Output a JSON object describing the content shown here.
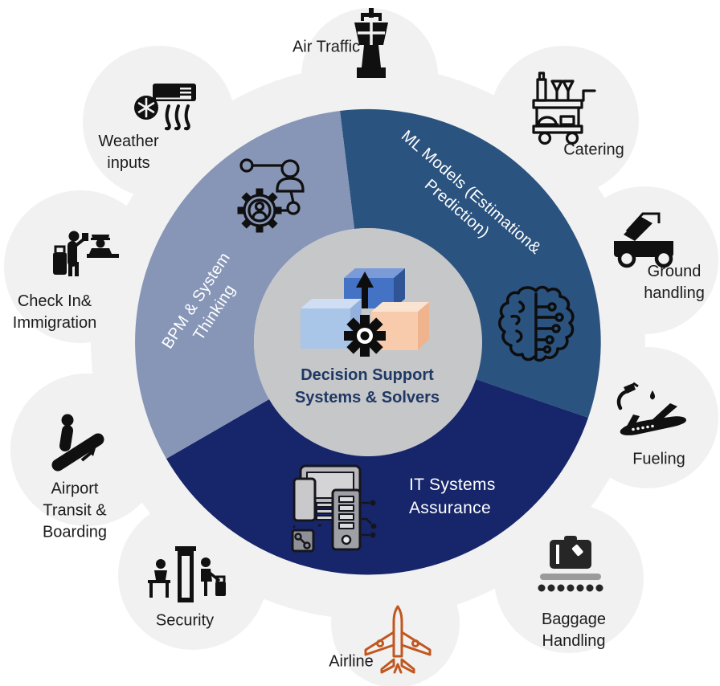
{
  "diagram": {
    "center": {
      "lines": [
        "Decision Support",
        "Systems & Solvers"
      ],
      "icon": "stacked-boxes-gear-icon"
    },
    "segments": [
      {
        "name": "bpm",
        "lines": [
          "BPM & System",
          "Thinking"
        ],
        "color": "#8796B7",
        "icon": "gear-network-icon"
      },
      {
        "name": "ml",
        "lines": [
          "ML Models (Estimation&",
          "Prediction)"
        ],
        "color": "#2B537F",
        "icon": "ai-brain-icon"
      },
      {
        "name": "it",
        "lines": [
          "IT Systems",
          "Assurance"
        ],
        "color": "#17266B",
        "icon": "it-devices-icon"
      }
    ],
    "outer_nodes": [
      {
        "name": "air-traffic",
        "lines": [
          "Air Traffic"
        ],
        "icon": "control-tower-icon"
      },
      {
        "name": "catering",
        "lines": [
          "Catering"
        ],
        "icon": "catering-cart-icon"
      },
      {
        "name": "ground-handling",
        "lines": [
          "Ground",
          "handling"
        ],
        "icon": "stairs-truck-icon"
      },
      {
        "name": "fueling",
        "lines": [
          "Fueling"
        ],
        "icon": "fuel-plane-icon"
      },
      {
        "name": "baggage-handling",
        "lines": [
          "Baggage",
          "Handling"
        ],
        "icon": "baggage-conveyor-icon"
      },
      {
        "name": "airline",
        "lines": [
          "Airline"
        ],
        "icon": "airplane-outline-icon"
      },
      {
        "name": "security",
        "lines": [
          "Security"
        ],
        "icon": "security-check-icon"
      },
      {
        "name": "airport-transit",
        "lines": [
          "Airport",
          "Transit &",
          "Boarding"
        ],
        "icon": "escalator-icon"
      },
      {
        "name": "check-in",
        "lines": [
          "Check In&",
          "Immigration"
        ],
        "icon": "check-in-desk-icon"
      },
      {
        "name": "weather",
        "lines": [
          "Weather",
          "inputs"
        ],
        "icon": "air-conditioner-icon"
      }
    ],
    "colors": {
      "bpm_segment": "#8796B7",
      "ml_segment": "#2B537F",
      "it_segment": "#17266B",
      "center_circle": "#C6C7C9",
      "blob": "#F1F1F2",
      "center_text": "#1F3864",
      "airline_orange": "#C0571E",
      "box_blue": "#4472C4",
      "box_light_blue": "#A9C5E8",
      "box_peach": "#F8CBAD",
      "icon_black": "#101010"
    }
  }
}
